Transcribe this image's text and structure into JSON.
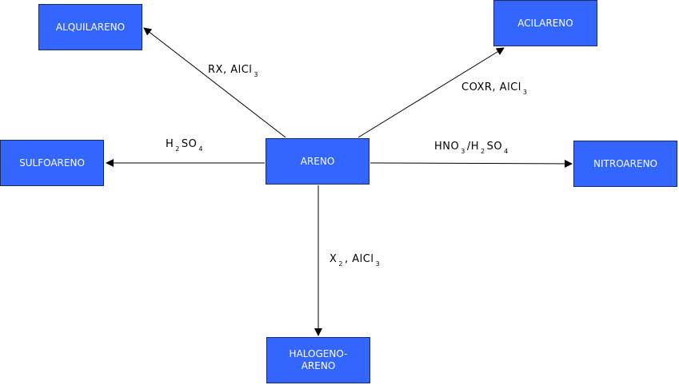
{
  "nodes": {
    "center": "ARENO",
    "alquil": "ALQUILARENO",
    "acil": "ACILARENO",
    "sulfo": "SULFOARENO",
    "nitro": "NITROARENO",
    "halogeno": "HALOGENO-\nARENO"
  },
  "reagents": {
    "alquil": {
      "main": "RX, AlCl",
      "sub": "3"
    },
    "acil": {
      "main": "COXR, AlCl",
      "sub": "3"
    },
    "sulfo": {
      "a": "H",
      "a_sub": "2",
      "b": "SO",
      "b_sub": "4"
    },
    "nitro": {
      "a": "HNO",
      "a_sub": "3",
      "b": "/H",
      "b_sub": "2",
      "c": "SO",
      "c_sub": "4"
    },
    "halogeno": {
      "a": "X",
      "a_sub": "2",
      "b": ", AlCl",
      "b_sub": "3"
    }
  },
  "colors": {
    "box_fill": "#3366ff",
    "box_text": "#ffffff",
    "arrow": "#000000"
  }
}
